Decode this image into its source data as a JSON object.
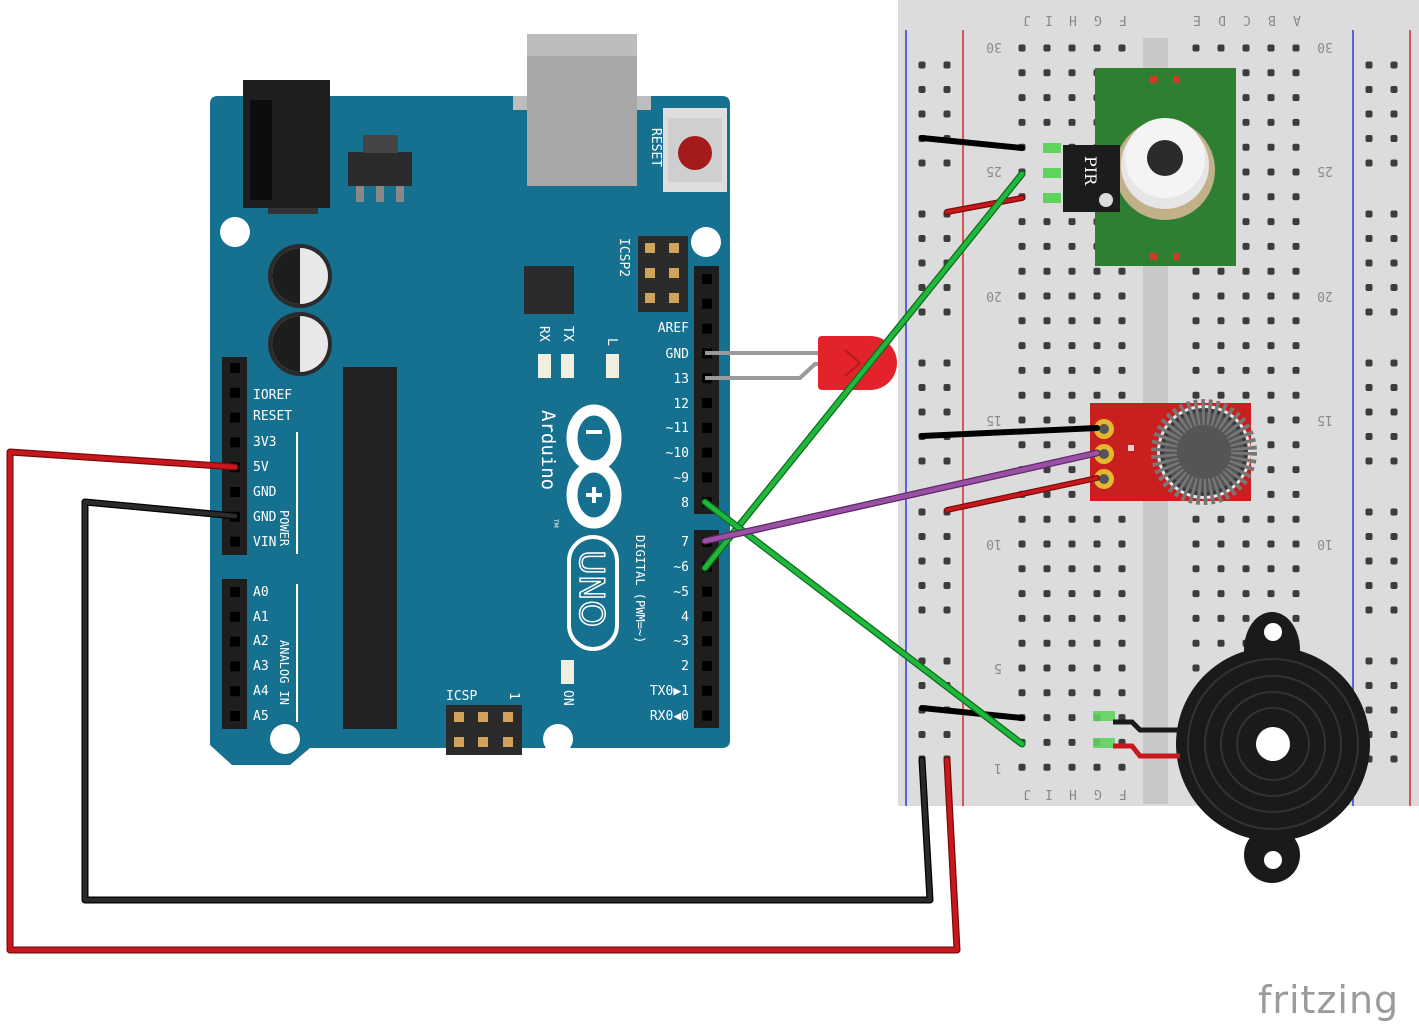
{
  "arduino": {
    "brand_script": "Arduino",
    "trademark": "TM",
    "model": "UNO",
    "reset_label": "RESET",
    "icsp2_label": "ICSP2",
    "icsp_label": "ICSP",
    "icsp_pin1": "1",
    "tx_label": "TX",
    "rx_label": "RX",
    "l_label": "L",
    "on_label": "ON",
    "digital_header_label": "DIGITAL (PWM=~)",
    "power_header_label": "POWER",
    "analog_header_label": "ANALOG IN",
    "power_pins": [
      "IOREF",
      "RESET",
      "3V3",
      "5V",
      "GND",
      "GND",
      "VIN"
    ],
    "analog_pins": [
      "A0",
      "A1",
      "A2",
      "A3",
      "A4",
      "A5"
    ],
    "digital_pins_top": [
      "AREF",
      "GND",
      "13",
      "12",
      "~11",
      "~10",
      "~9",
      "8"
    ],
    "digital_pins_bottom": [
      "7",
      "~6",
      "~5",
      "4",
      "~3",
      "2",
      "TX0▶1",
      "RX0◀0"
    ]
  },
  "breadboard": {
    "columns_left": [
      "J",
      "I",
      "H",
      "G",
      "F"
    ],
    "columns_right": [
      "E",
      "D",
      "C",
      "B",
      "A"
    ],
    "row_numbers": [
      "30",
      "25",
      "20",
      "15",
      "10",
      "5",
      "1"
    ]
  },
  "pir": {
    "label": "PIR"
  },
  "colors": {
    "wire_red": "#c8171d",
    "wire_black": "#1a1a1a",
    "wire_green": "#1fb83a",
    "wire_purple": "#9b4fa5",
    "arduino_blue": "#16708f",
    "breadboard": "#dcdcdc",
    "pir_board": "#2f7f33",
    "mic_board": "#c9201f",
    "led": "#e3232b"
  },
  "brand": {
    "label": "fritzing"
  }
}
